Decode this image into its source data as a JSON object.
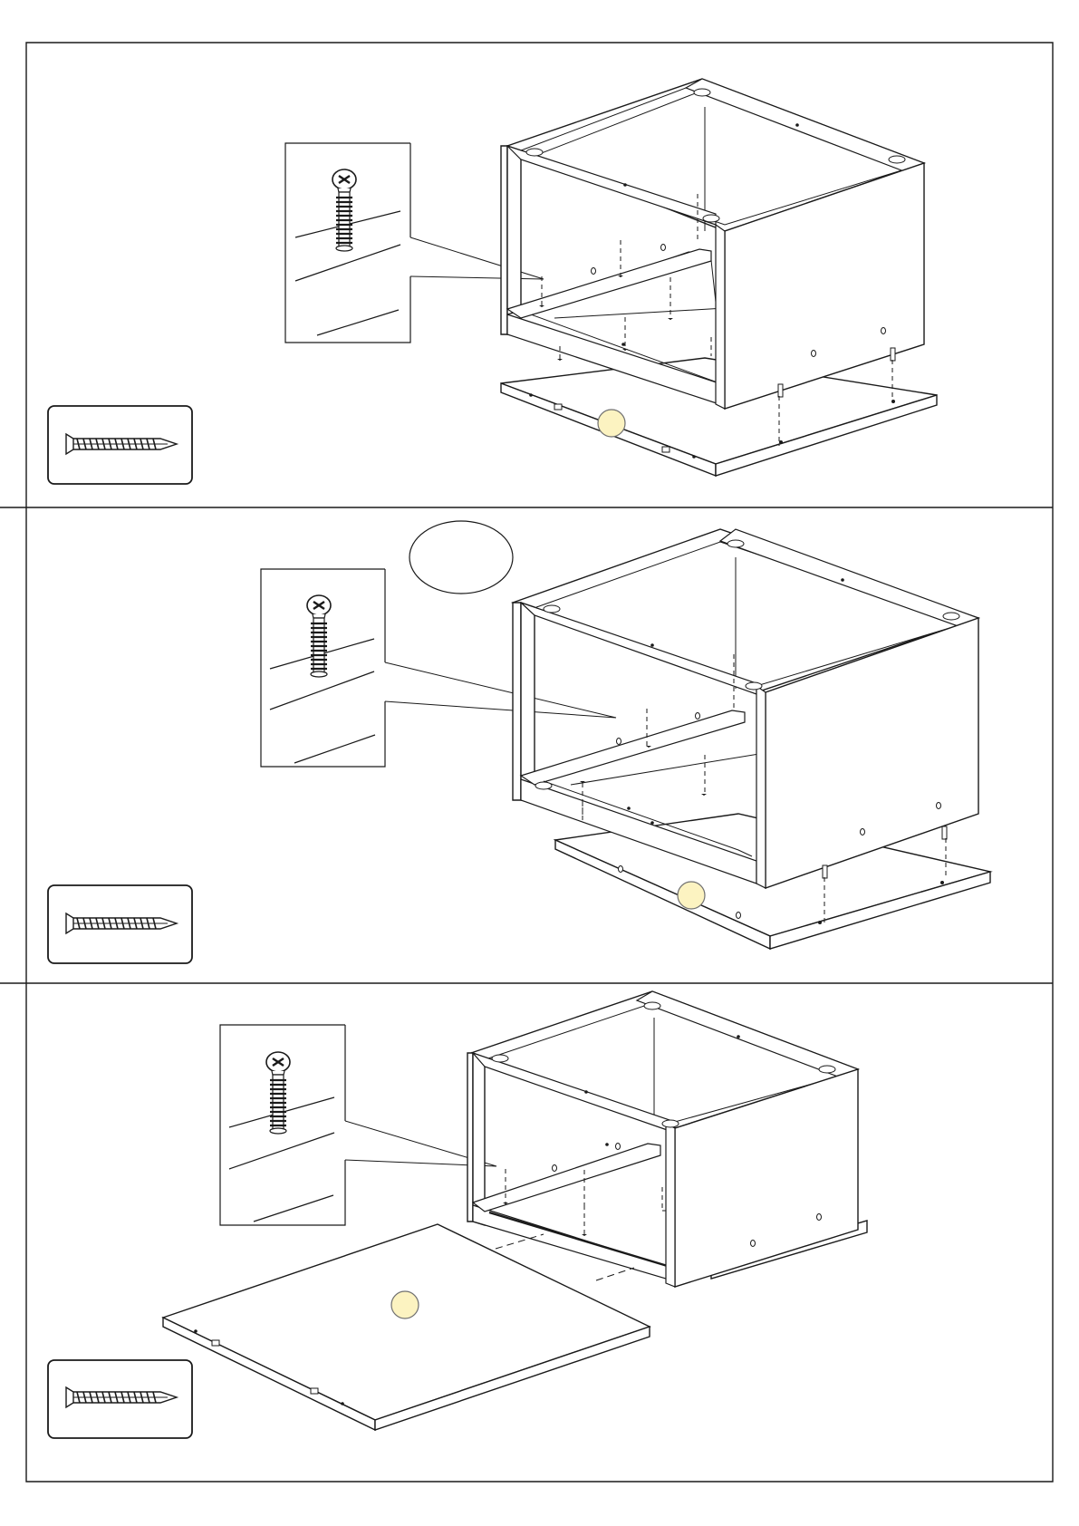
{
  "colors": {
    "ink": "#1a1a1a",
    "panel_fill": "#ffffff",
    "part_marker_fill": "#fcf3c1",
    "part_marker_stroke": "#707070"
  },
  "steps": [
    {
      "kind": "fix-bottom-panel",
      "fastener_icon": "countersunk-screw-icon",
      "part_marker": "yellow-circle"
    },
    {
      "kind": "fix-bottom-panel",
      "fastener_icon": "countersunk-screw-icon",
      "part_marker": "yellow-circle",
      "blank_callout": "empty-ellipse"
    },
    {
      "kind": "fix-back-panel",
      "fastener_icon": "countersunk-screw-icon",
      "part_marker": "yellow-circle"
    }
  ]
}
